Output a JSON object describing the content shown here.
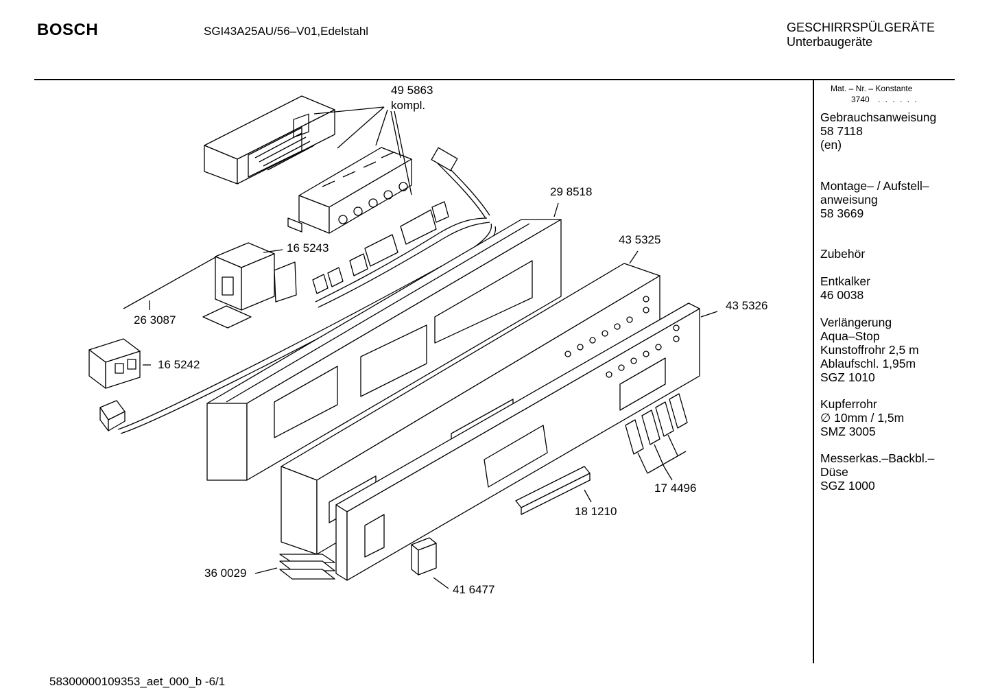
{
  "header": {
    "brand": "BOSCH",
    "model": "SGI43A25AU/56–V01,Edelstahl",
    "category_line1": "GESCHIRRSPÜLGERÄTE",
    "category_line2": "Unterbaugeräte"
  },
  "sidebar": {
    "mat_label": "Mat. – Nr. – Konstante",
    "mat_value": "3740",
    "mat_dots": ". .  . . . .",
    "items": [
      {
        "l1": "Gebrauchsanweisung",
        "l2": "58 7118",
        "l3": "(en)"
      },
      {
        "l1": "Montage– / Aufstell–",
        "l2": "anweisung",
        "l3": "58 3669"
      },
      {
        "l1": "Zubehör"
      },
      {
        "l1": "Entkalker",
        "l2": "46 0038"
      },
      {
        "l1": "Verlängerung",
        "l2": "Aqua–Stop",
        "l3": "Kunstoffrohr 2,5 m",
        "l4": "Ablaufschl. 1,95m",
        "l5": "SGZ 1010"
      },
      {
        "l1": "Kupferrohr",
        "l2": "∅ 10mm / 1,5m",
        "l3": "SMZ 3005"
      },
      {
        "l1": "Messerkas.–Backbl.–",
        "l2": "Düse",
        "l3": "SGZ 1000"
      }
    ]
  },
  "parts": {
    "p495863": "49 5863",
    "p495863_note": "kompl.",
    "p298518": "29 8518",
    "p165243": "16 5243",
    "p435325": "43 5325",
    "p435326": "43 5326",
    "p263087": "26 3087",
    "p165242": "16 5242",
    "p174496": "17 4496",
    "p181210": "18 1210",
    "p360029": "36 0029",
    "p416477": "41 6477"
  },
  "footer": {
    "code": "58300000109353_aet_000_b   -6/1"
  }
}
